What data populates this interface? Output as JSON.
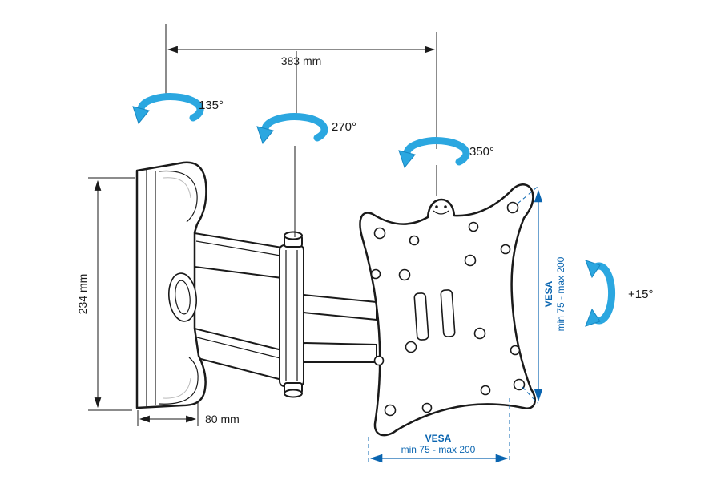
{
  "dimensions": {
    "arm_reach": "383 mm",
    "bracket_height": "234 mm",
    "wall_depth": "80 mm"
  },
  "rotation_labels": {
    "wall_joint": "135°",
    "mid_joint": "270°",
    "plate_joint": "350°",
    "tilt": "+15°"
  },
  "vesa_right": {
    "name": "VESA",
    "range": "min 75 - max 200"
  },
  "vesa_bottom": {
    "name": "VESA",
    "range": "min 75 - max 200"
  },
  "colors": {
    "arrow_blue": "#2ba7e0",
    "vesa_blue": "#0a65b0",
    "line_black": "#1a1a1a",
    "background": "#ffffff"
  }
}
